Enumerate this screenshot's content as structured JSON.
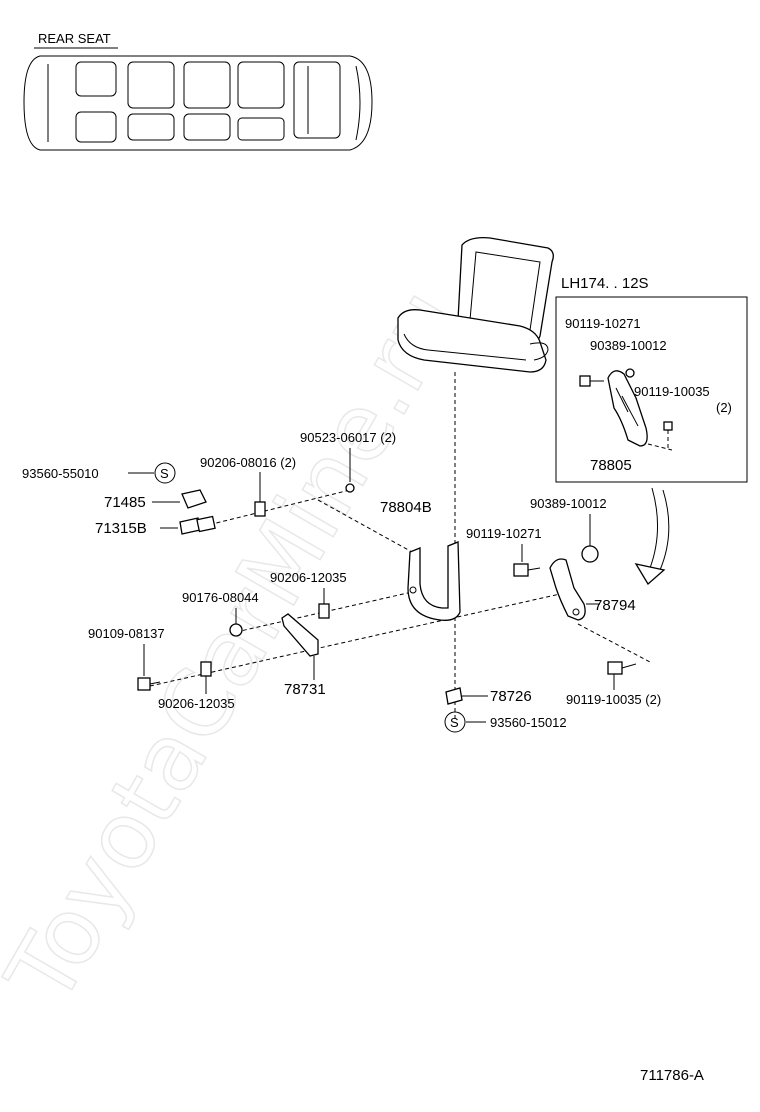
{
  "header": {
    "section_label": "REAR SEAT"
  },
  "inset": {
    "title": "LH174. . 12S"
  },
  "watermark": "ToyotaCarMine.ru",
  "labels": {
    "p93560_55010": "93560-55010",
    "s_mark": "S",
    "p71485": "71485",
    "p71315B": "71315B",
    "p90206_08016": "90206-08016 (2)",
    "p90523_06017": "90523-06017 (2)",
    "p78804B": "78804B",
    "p90206_12035_a": "90206-12035",
    "p90176_08044": "90176-08044",
    "p90109_08137": "90109-08137",
    "p90206_12035_b": "90206-12035",
    "p78731": "78731",
    "p90389_10012": "90389-10012",
    "p90119_10271": "90119-10271",
    "p78794": "78794",
    "p90119_10035": "90119-10035 (2)",
    "p78726": "78726",
    "p93560_15012": "93560-15012",
    "inset_90119_10271": "90119-10271",
    "inset_90389_10012": "90389-10012",
    "inset_90119_10035": "90119-10035",
    "inset_qty": "(2)",
    "inset_78805": "78805"
  },
  "footer": {
    "diagram_id": "711786-A"
  }
}
